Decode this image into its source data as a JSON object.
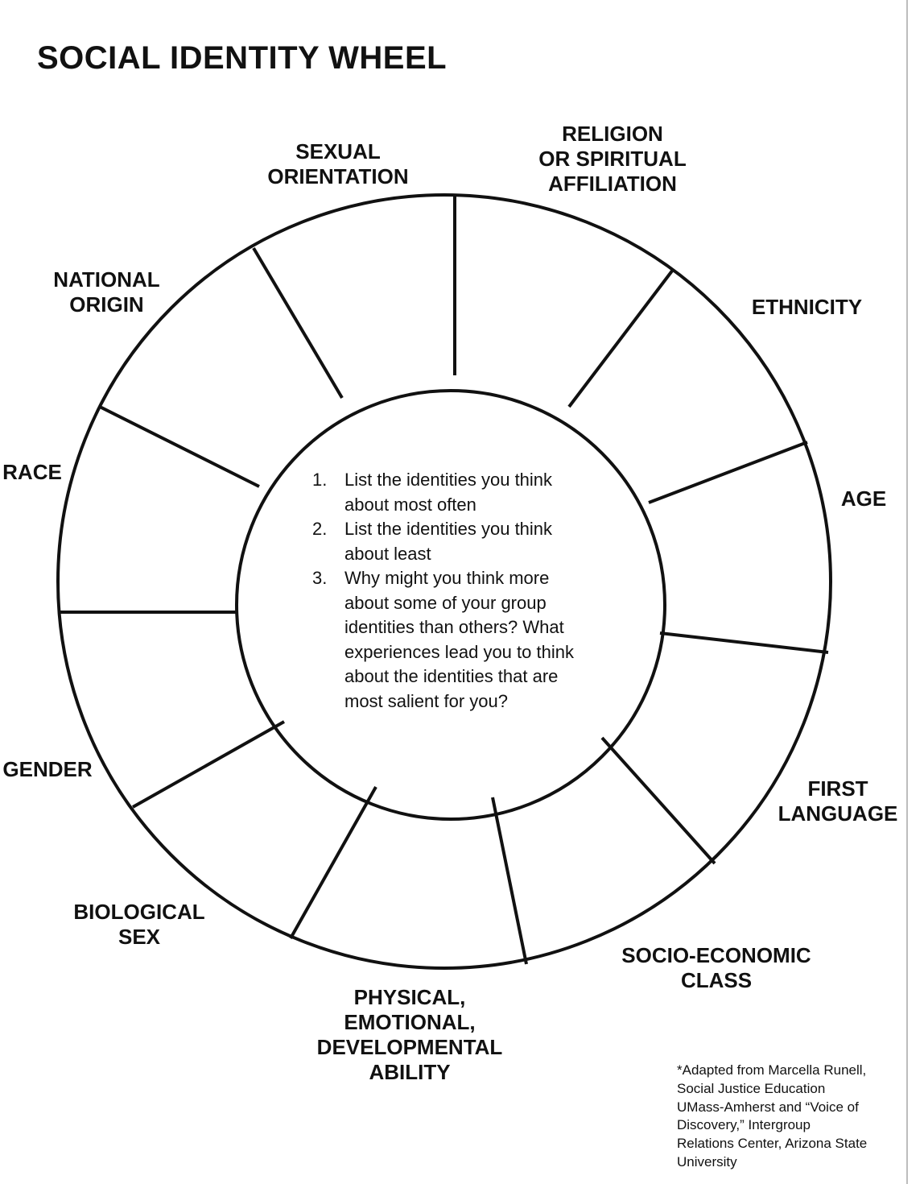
{
  "title": "SOCIAL IDENTITY WHEEL",
  "wheel": {
    "segments": [
      {
        "id": "sexual-orientation",
        "lines": [
          "SEXUAL",
          "ORIENTATION"
        ]
      },
      {
        "id": "religion",
        "lines": [
          "RELIGION",
          "OR SPIRITUAL",
          "AFFILIATION"
        ]
      },
      {
        "id": "ethnicity",
        "lines": [
          "ETHNICITY"
        ]
      },
      {
        "id": "age",
        "lines": [
          "AGE"
        ]
      },
      {
        "id": "first-language",
        "lines": [
          "FIRST",
          "LANGUAGE"
        ]
      },
      {
        "id": "socio-economic-class",
        "lines": [
          "SOCIO-ECONOMIC",
          "CLASS"
        ]
      },
      {
        "id": "ability",
        "lines": [
          "PHYSICAL,",
          "EMOTIONAL,",
          "DEVELOPMENTAL",
          "ABILITY"
        ]
      },
      {
        "id": "biological-sex",
        "lines": [
          "BIOLOGICAL",
          "SEX"
        ]
      },
      {
        "id": "gender",
        "lines": [
          "GENDER"
        ]
      },
      {
        "id": "race",
        "lines": [
          "RACE"
        ]
      },
      {
        "id": "national-origin",
        "lines": [
          "NATIONAL",
          "ORIGIN"
        ]
      }
    ]
  },
  "prompts": [
    {
      "number": "1.",
      "lines": [
        "List the identities you think",
        "about most often"
      ]
    },
    {
      "number": "2.",
      "lines": [
        "List the identities you think",
        "about least"
      ]
    },
    {
      "number": "3.",
      "lines": [
        "Why might you think more",
        "about some of your group",
        "identities than others?  What",
        "experiences lead you to think",
        "about the identities that are",
        "most salient for you?"
      ]
    }
  ],
  "credit": {
    "lines": [
      "*Adapted from Marcella Runell,",
      "Social Justice Education",
      "UMass-Amherst and “Voice of",
      "Discovery,” Intergroup",
      "Relations Center, Arizona State",
      "University"
    ]
  }
}
